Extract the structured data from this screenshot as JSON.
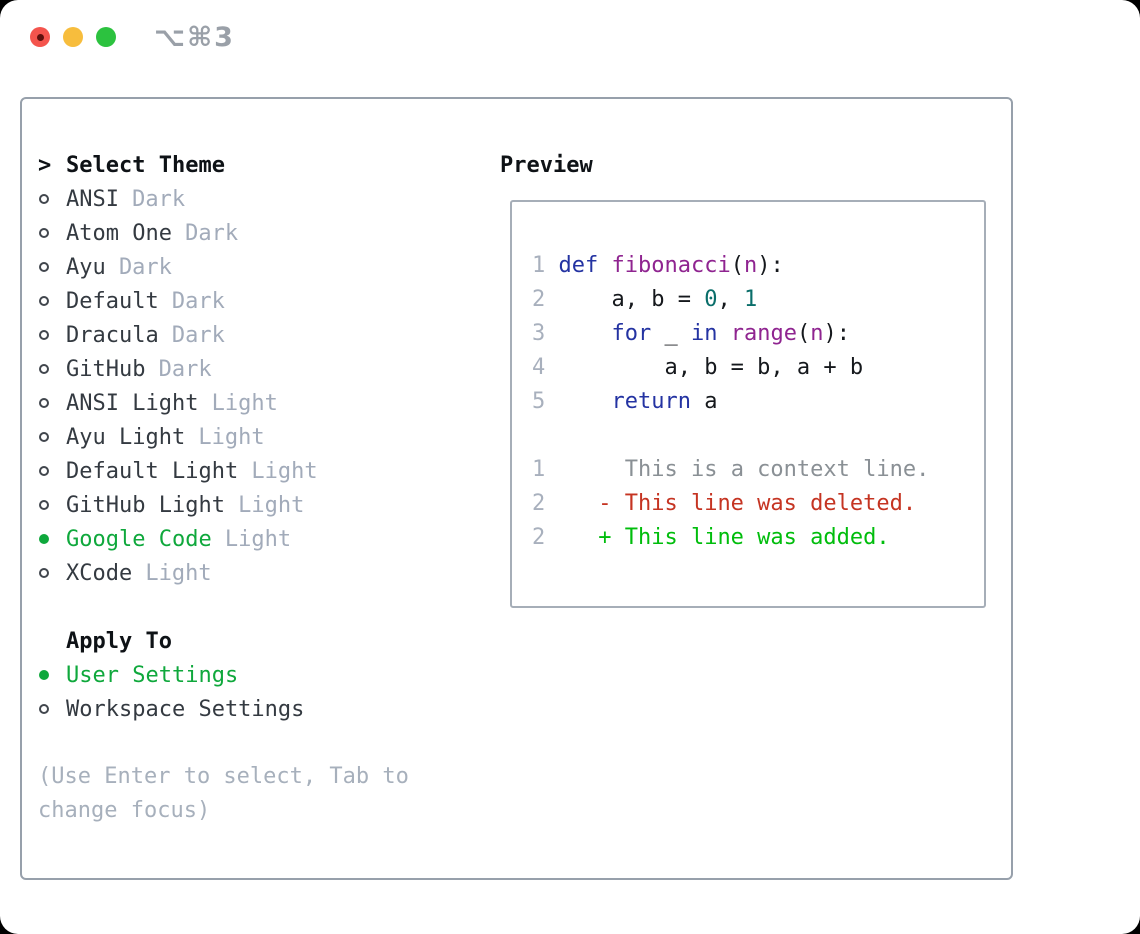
{
  "window": {
    "title": "⌥⌘3"
  },
  "theme_panel": {
    "header_marker": ">",
    "header": "Select Theme",
    "items": [
      {
        "name": "ANSI",
        "variant": "Dark",
        "selected": false
      },
      {
        "name": "Atom One",
        "variant": "Dark",
        "selected": false
      },
      {
        "name": "Ayu",
        "variant": "Dark",
        "selected": false
      },
      {
        "name": "Default",
        "variant": "Dark",
        "selected": false
      },
      {
        "name": "Dracula",
        "variant": "Dark",
        "selected": false
      },
      {
        "name": "GitHub",
        "variant": "Dark",
        "selected": false
      },
      {
        "name": "ANSI Light",
        "variant": "Light",
        "selected": false
      },
      {
        "name": "Ayu Light",
        "variant": "Light",
        "selected": false
      },
      {
        "name": "Default Light",
        "variant": "Light",
        "selected": false
      },
      {
        "name": "GitHub Light",
        "variant": "Light",
        "selected": false
      },
      {
        "name": "Google Code",
        "variant": "Light",
        "selected": true
      },
      {
        "name": "XCode",
        "variant": "Light",
        "selected": false
      }
    ]
  },
  "apply_panel": {
    "header": "Apply To",
    "options": [
      {
        "label": "User Settings",
        "selected": true
      },
      {
        "label": "Workspace Settings",
        "selected": false
      }
    ]
  },
  "hint_lines": [
    "(Use Enter to select, Tab to",
    "change focus)"
  ],
  "preview": {
    "header": "Preview",
    "lines": [
      [
        [
          "1 ",
          "ln"
        ],
        [
          "def",
          "kw"
        ],
        [
          " ",
          "pl"
        ],
        [
          "fibonacci",
          "fn"
        ],
        [
          "(",
          "pl"
        ],
        [
          "n",
          "fn"
        ],
        [
          "):",
          "pl"
        ]
      ],
      [
        [
          "2 ",
          "ln"
        ],
        [
          "    a, b = ",
          "pl"
        ],
        [
          "0",
          "nm"
        ],
        [
          ", ",
          "pl"
        ],
        [
          "1",
          "nm"
        ]
      ],
      [
        [
          "3 ",
          "ln"
        ],
        [
          "    ",
          "pl"
        ],
        [
          "for",
          "kw"
        ],
        [
          " _ ",
          "pl"
        ],
        [
          "in",
          "kw"
        ],
        [
          " ",
          "pl"
        ],
        [
          "range",
          "fn"
        ],
        [
          "(",
          "pl"
        ],
        [
          "n",
          "fn"
        ],
        [
          "):",
          "pl"
        ]
      ],
      [
        [
          "4 ",
          "ln"
        ],
        [
          "        a, b = b, a + b",
          "pl"
        ]
      ],
      [
        [
          "5 ",
          "ln"
        ],
        [
          "    ",
          "pl"
        ],
        [
          "return",
          "kw"
        ],
        [
          " a",
          "pl"
        ]
      ],
      [],
      [
        [
          "1",
          "ln"
        ],
        [
          "      ",
          "pl"
        ],
        [
          "This is a context line.",
          "ctx"
        ]
      ],
      [
        [
          "2",
          "ln"
        ],
        [
          "    ",
          "pl"
        ],
        [
          "- This line was deleted.",
          "del"
        ]
      ],
      [
        [
          "2",
          "ln"
        ],
        [
          "    ",
          "pl"
        ],
        [
          "+ This line was added.",
          "add"
        ]
      ]
    ]
  },
  "colors": {
    "window-bg": "#ffffff",
    "titlebar-title": "#9aa0a8",
    "traffic-red": "#f4544d",
    "traffic-red-dot": "#5e100d",
    "traffic-yellow": "#f7bd3d",
    "traffic-green": "#2cc23f",
    "panel-border": "#97a0ab",
    "preview-border": "#a6aeb8",
    "heading": "#0e1216",
    "item-text": "#343a41",
    "muted": "#a2abba",
    "hint": "#a7b0bc",
    "circle": "#41464d",
    "selected-green": "#0fa83c",
    "line-number": "#a8b0bd",
    "keyword": "#2433a2",
    "function": "#8f2490",
    "number-literal": "#0a6e6a",
    "code-text": "#15181c",
    "context": "#8a9095",
    "deleted": "#c53422",
    "added": "#00bd0c"
  }
}
